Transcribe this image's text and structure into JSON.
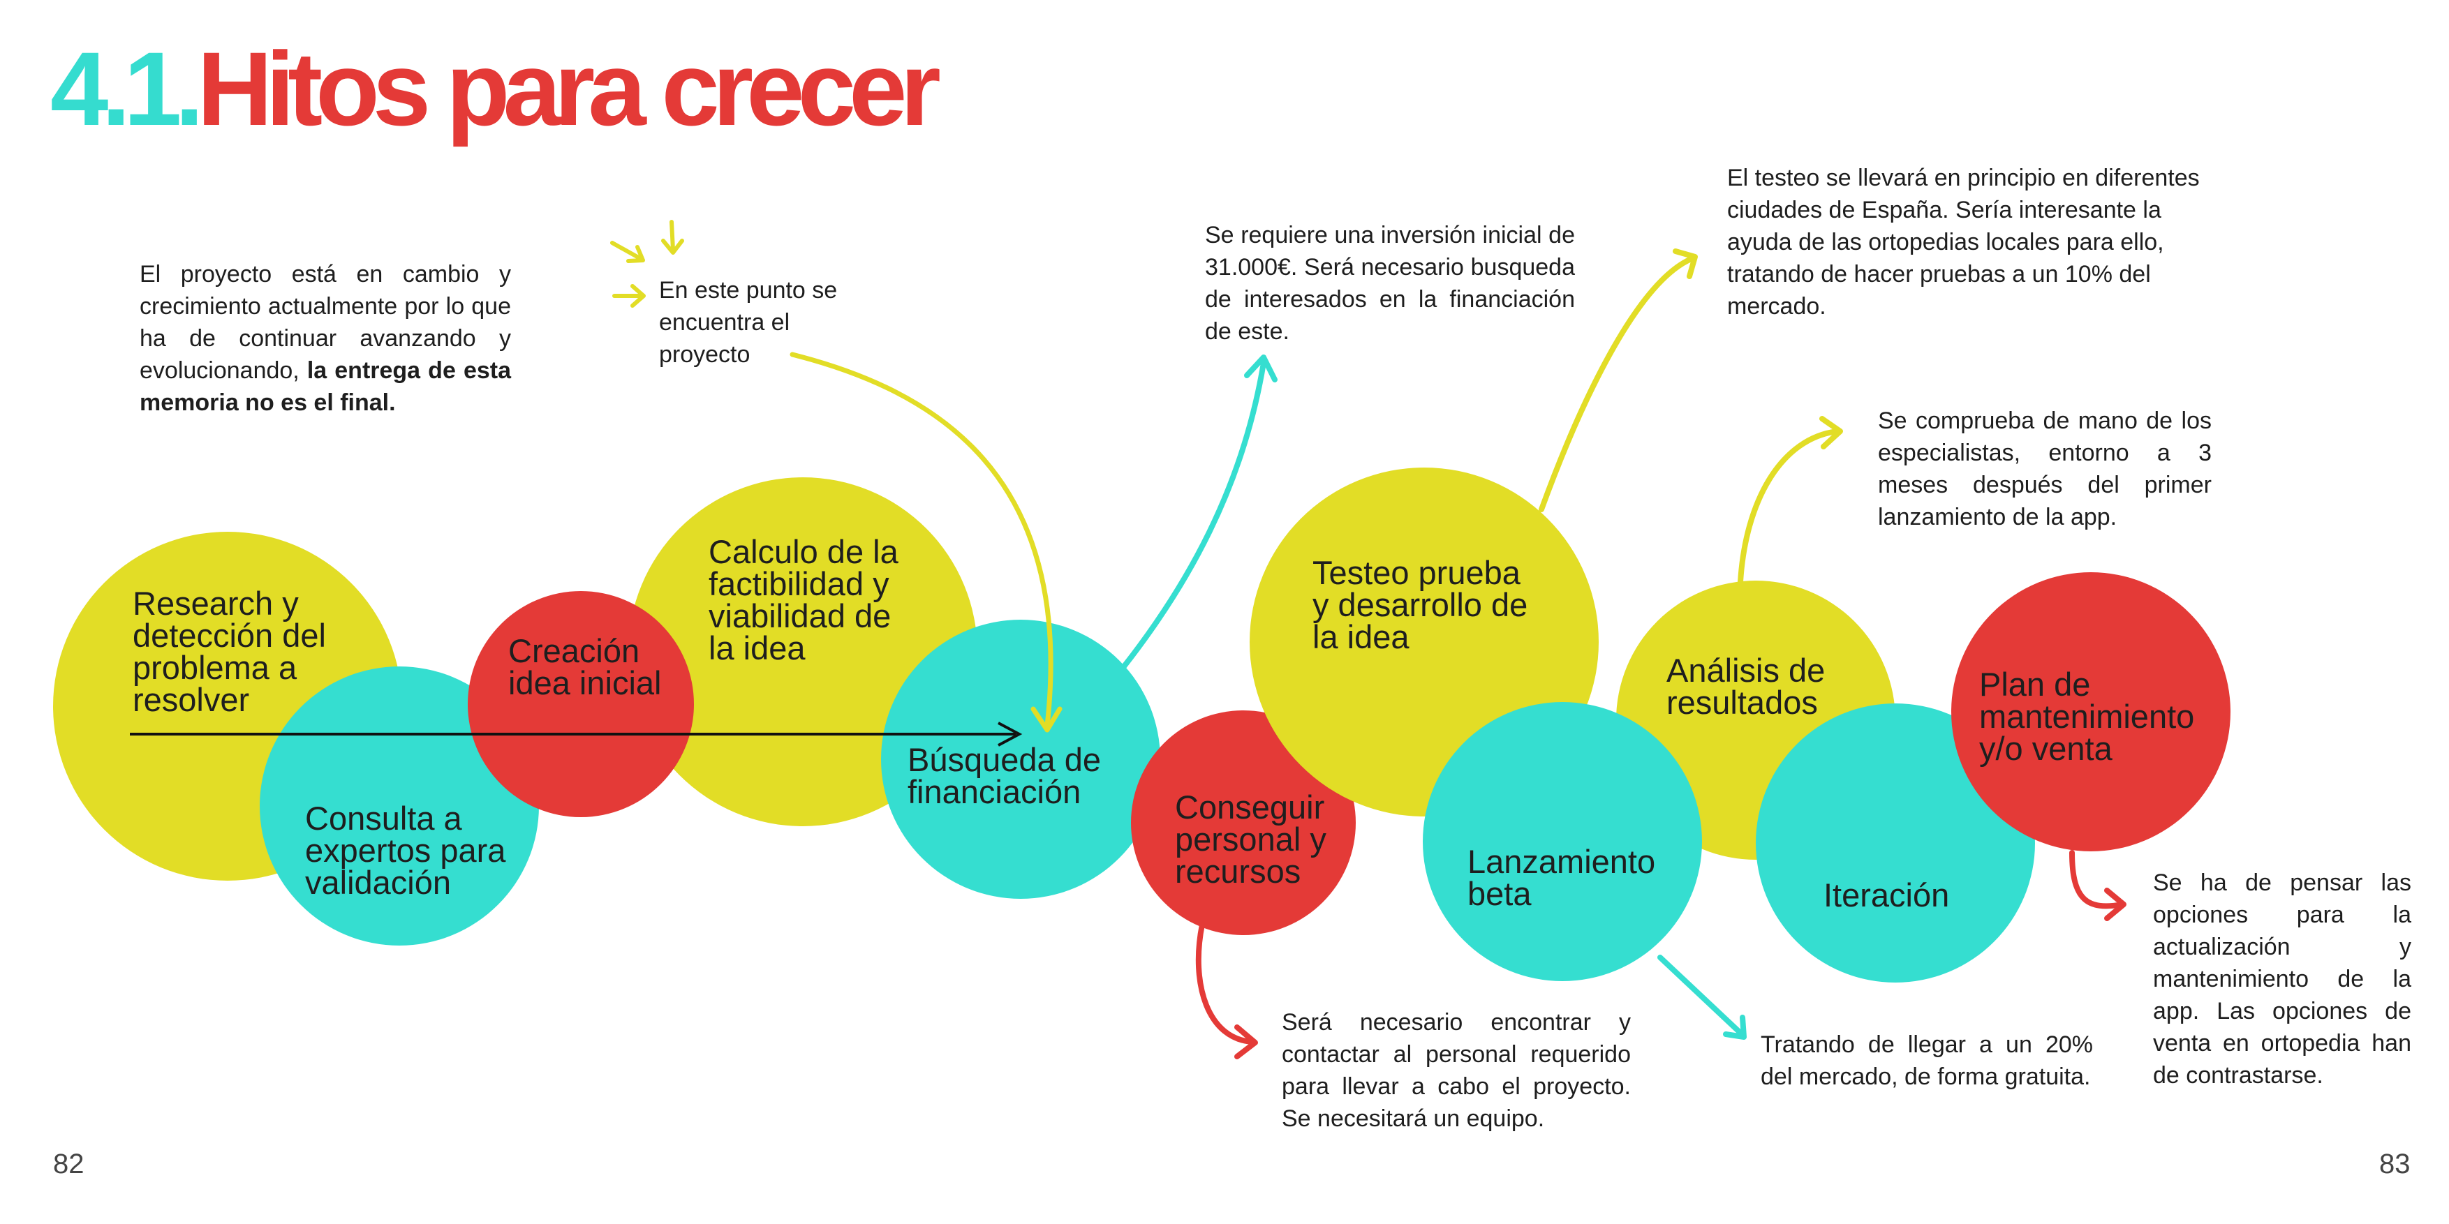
{
  "title": {
    "number": "4.1.",
    "text": "Hitos para crecer"
  },
  "colors": {
    "yellow": "#e2dd26",
    "teal": "#35ded0",
    "red": "#e43a37",
    "text": "#1e1e1e"
  },
  "milestones": {
    "research": "Research y\ndetección del\nproblema a\nresolver",
    "consulta": "Consulta a\nexpertos para\nvalidación",
    "creacion": "Creación\nidea inicial",
    "calculo": "Calculo de la\nfactibilidad y\nviabilidad de\nla idea",
    "busqueda": "Búsqueda de\nfinanciación",
    "conseguir": "Conseguir\npersonal y\nrecursos",
    "testeo": "Testeo prueba\ny desarrollo de\nla idea",
    "lanzamiento": "Lanzamiento\nbeta",
    "analisis": "Análisis de\nresultados",
    "iteracion": "Iteración",
    "plan": "Plan de\nmantenimiento\ny/o venta"
  },
  "notes": {
    "intro_regular": "El proyecto está en cambio y crecimiento actualmente por lo que ha de continuar avanzando y evolucionando, ",
    "intro_bold": "la entrega de esta memoria no es el final.",
    "current_point": "En este punto se encuentra el proyecto",
    "investment": "Se requiere una inversión inicial de 31.000€. Será necesario busqueda de interesados en la financiación de este.",
    "testing": "El testeo se llevará en principio en diferentes ciudades de España. Sería interesante la ayuda de las ortopedias locales para ello, tratando de hacer pruebas a un 10% del mercado.",
    "specialists": "Se comprueba de mano de los especialistas, entorno a 3 meses después del primer lanzamiento de la app.",
    "staff": "Será necesario encontrar y contactar al personal requerido para llevar a cabo el proyecto. Se necesitará un equipo.",
    "free_market": "Tratando de llegar a un 20% del mercado, de forma gratuita.",
    "maintenance": "Se ha de pensar las opciones para la actualización y mantenimiento de la app. Las opciones de venta en ortopedia han de contrastarse."
  },
  "page_numbers": {
    "left": "82",
    "right": "83"
  }
}
